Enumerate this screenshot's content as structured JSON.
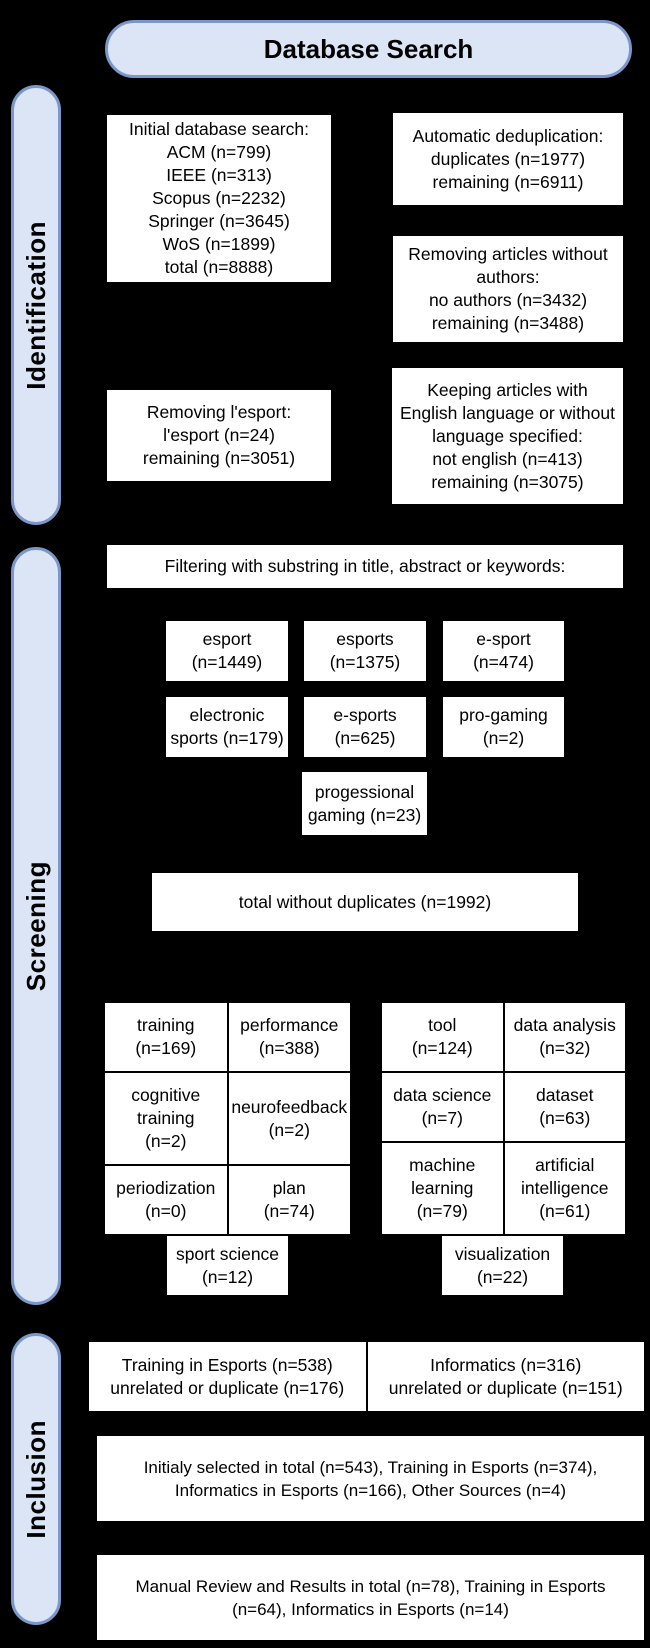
{
  "title": "Database Search",
  "colors": {
    "background": "#000000",
    "box_fill": "#ffffff",
    "box_line": "#000000",
    "pill_fill": "#dbe5f6",
    "pill_border": "#7a97c9"
  },
  "sections": {
    "identification_label": "Identification",
    "screening_label": "Screening",
    "inclusion_label": "Inclusion"
  },
  "identification": {
    "initial_search": [
      "Initial database search:",
      "ACM (n=799)",
      "IEEE (n=313)",
      "Scopus (n=2232)",
      "Springer (n=3645)",
      "WoS (n=1899)",
      "total (n=8888)"
    ],
    "dedup": [
      "Automatic deduplication:",
      "duplicates (n=1977)",
      "remaining (n=6911)"
    ],
    "no_authors": [
      "Removing articles without",
      "authors:",
      "no authors (n=3432)",
      "remaining (n=3488)"
    ],
    "lesport": [
      "Removing l'esport:",
      "l'esport (n=24)",
      "remaining (n=3051)"
    ],
    "keeping": [
      "Keeping articles with",
      "English language or without",
      "language specified:",
      "not english (n=413)",
      "remaining (n=3075)"
    ]
  },
  "screening": {
    "filtering": "Filtering with substring in title, abstract or keywords:",
    "keywords": {
      "esport": [
        "esport",
        "(n=1449)"
      ],
      "esports": [
        "esports",
        "(n=1375)"
      ],
      "e_sport": [
        "e-sport",
        "(n=474)"
      ],
      "electronic_sports": [
        "electronic",
        "sports (n=179)"
      ],
      "e_sports": [
        "e-sports",
        "(n=625)"
      ],
      "pro_gaming": [
        "pro-gaming",
        "(n=2)"
      ],
      "progessional_gaming": [
        "progessional",
        "gaming (n=23)"
      ]
    },
    "total": "total without duplicates (n=1992)",
    "training_grid": [
      [
        "training",
        "(n=169)"
      ],
      [
        "performance",
        "(n=388)"
      ],
      [
        "cognitive",
        "training",
        "(n=2)"
      ],
      [
        "neurofeedback",
        "(n=2)"
      ],
      [
        "periodization",
        "(n=0)"
      ],
      [
        "plan",
        "(n=74)"
      ]
    ],
    "sport_science": [
      "sport science",
      "(n=12)"
    ],
    "informatics_grid": [
      [
        "tool",
        "(n=124)"
      ],
      [
        "data analysis",
        "(n=32)"
      ],
      [
        "data science",
        "(n=7)"
      ],
      [
        "dataset",
        "(n=63)"
      ],
      [
        "machine",
        "learning",
        "(n=79)"
      ],
      [
        "artificial",
        "intelligence",
        "(n=61)"
      ]
    ],
    "visualization": [
      "visualization",
      "(n=22)"
    ]
  },
  "inclusion": {
    "training_box": [
      "Training in Esports (n=538)",
      "unrelated or duplicate (n=176)"
    ],
    "informatics_box": [
      "Informatics (n=316)",
      "unrelated or duplicate (n=151)"
    ],
    "initialy_selected": [
      "Initialy selected in total (n=543), Training in Esports (n=374),",
      "Informatics in Esports (n=166), Other Sources (n=4)"
    ],
    "manual_review": [
      "Manual Review and Results in total (n=78), Training in Esports",
      "(n=64), Informatics in Esports (n=14)"
    ]
  }
}
